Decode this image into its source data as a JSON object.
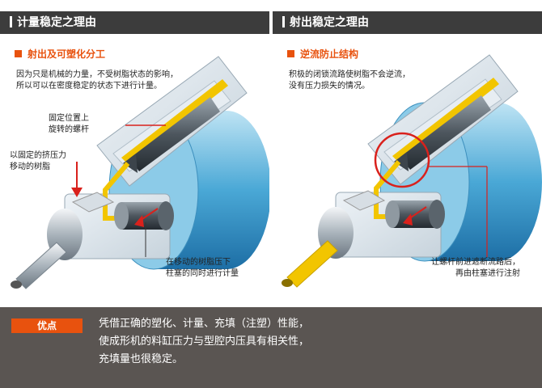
{
  "left": {
    "header": "计量稳定之理由",
    "subtitle": "射出及可塑化分工",
    "description": "因为只是机械的力量，不受树脂状态的影响，\n所以可以在密度稳定的状态下进行计量。",
    "labels": {
      "screw": "固定位置上\n旋转的螺杆",
      "resin": "以固定的挤压力\n移动的树脂",
      "plunger": "在移动的树脂压下\n柱塞的同时进行计量"
    }
  },
  "right": {
    "header": "射出稳定之理由",
    "subtitle": "逆流防止结构",
    "description": "积极的闭锁流路使树脂不会逆流，\n没有压力损失的情况。",
    "labels": {
      "plunger": "让螺杆前进遮断流路后，\n再由柱塞进行注射"
    }
  },
  "footer": {
    "badge": "优点",
    "lines": [
      "凭借正确的塑化、计量、充填（注塑）性能，",
      "使成形机的料缸压力与型腔内压具有相关性，",
      "充填量也很稳定。"
    ]
  },
  "colors": {
    "accent": "#e8520e",
    "header_bg": "#3c3c3c",
    "footer_bg": "#5a5552",
    "resin": "#f2c500",
    "cylinder": "#5ab4dc",
    "arrow": "#d9211c"
  }
}
